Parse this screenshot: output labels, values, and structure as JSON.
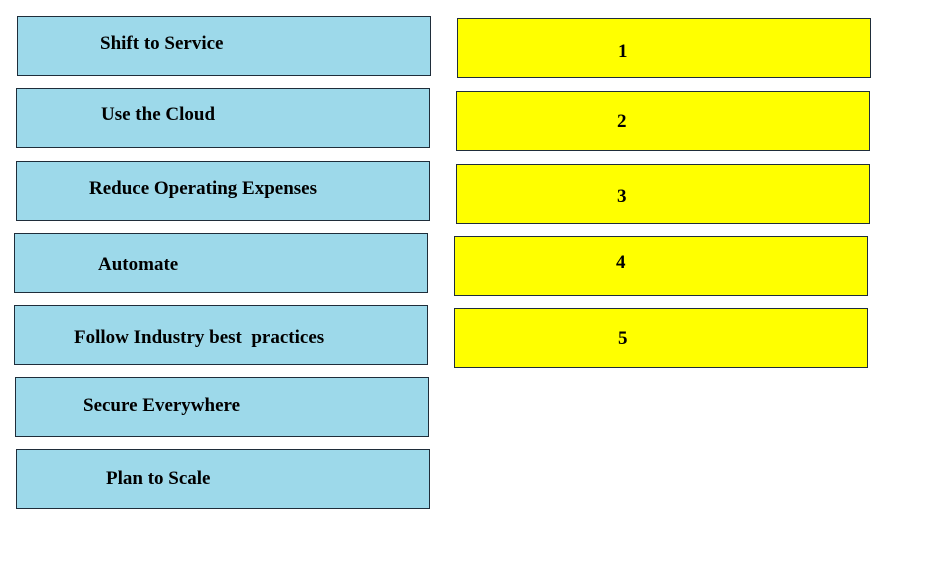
{
  "colors": {
    "source_fill": "#9dd9ea",
    "target_fill": "#ffff00",
    "border": "#1f2d3a"
  },
  "source_items": [
    {
      "label": "Shift to Service"
    },
    {
      "label": "Use the Cloud"
    },
    {
      "label": "Reduce Operating Expenses"
    },
    {
      "label": "Automate"
    },
    {
      "label": "Follow Industry best  practices"
    },
    {
      "label": "Secure Everywhere"
    },
    {
      "label": "Plan to Scale"
    }
  ],
  "target_slots": [
    {
      "label": "1"
    },
    {
      "label": "2"
    },
    {
      "label": "3"
    },
    {
      "label": "4"
    },
    {
      "label": "5"
    }
  ]
}
